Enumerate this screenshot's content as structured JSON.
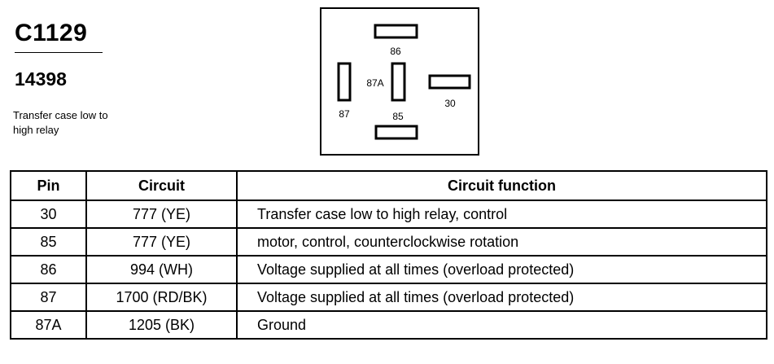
{
  "header": {
    "connector_id": "C1129",
    "part_number": "14398",
    "description_line1": "Transfer case low to",
    "description_line2": "high relay"
  },
  "diagram": {
    "pin_labels": {
      "p86": "86",
      "p87a": "87A",
      "p30": "30",
      "p87": "87",
      "p85": "85"
    }
  },
  "table": {
    "headers": [
      "Pin",
      "Circuit",
      "Circuit function"
    ],
    "rows": [
      {
        "pin": "30",
        "circuit": "777 (YE)",
        "function": "Transfer case low to high relay, control"
      },
      {
        "pin": "85",
        "circuit": "777 (YE)",
        "function": "motor, control, counterclockwise rotation"
      },
      {
        "pin": "86",
        "circuit": "994 (WH)",
        "function": "Voltage supplied at all times (overload protected)"
      },
      {
        "pin": "87",
        "circuit": "1700 (RD/BK)",
        "function": "Voltage supplied at all times (overload protected)"
      },
      {
        "pin": "87A",
        "circuit": "1205 (BK)",
        "function": "Ground"
      }
    ]
  }
}
